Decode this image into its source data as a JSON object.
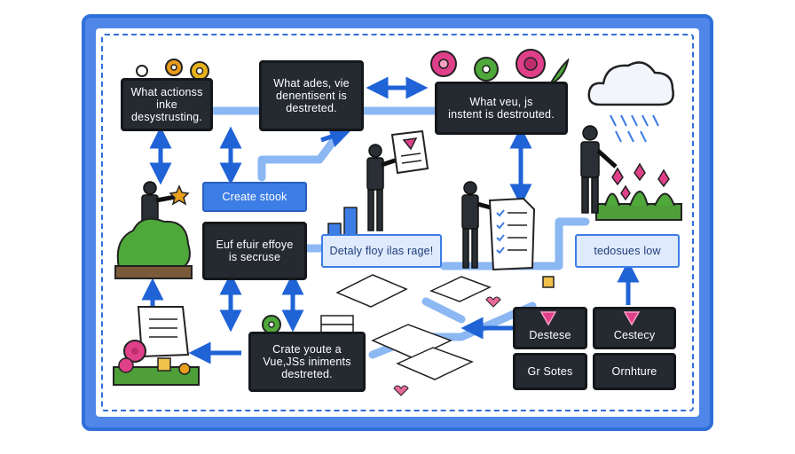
{
  "nodes": {
    "top_left": "What actionss inke\ndesystrusting.",
    "top_mid": "What ades, vie\ndenentisent is\ndestreted.",
    "top_right": "What veu, js\ninstent is destrouted.",
    "create_stook": "Create stook",
    "mid_left": "Euf efuir effoye\nis secruse",
    "mid_center": "Detaly floy ilas rage!",
    "mid_right": "tedosues low",
    "bottom_center": "Crate youte a\nVue,JSs iniments\ndestreted.",
    "grid_1": "Destese",
    "grid_2": "Cestecy",
    "grid_3": "Gr Sotes",
    "grid_4": "Ornhture"
  },
  "colors": {
    "frame": "#4f86e8",
    "arrow": "#1f63d6",
    "dark_box": "#252a31",
    "accent_pink": "#e0408a",
    "accent_green": "#4fa83a"
  }
}
